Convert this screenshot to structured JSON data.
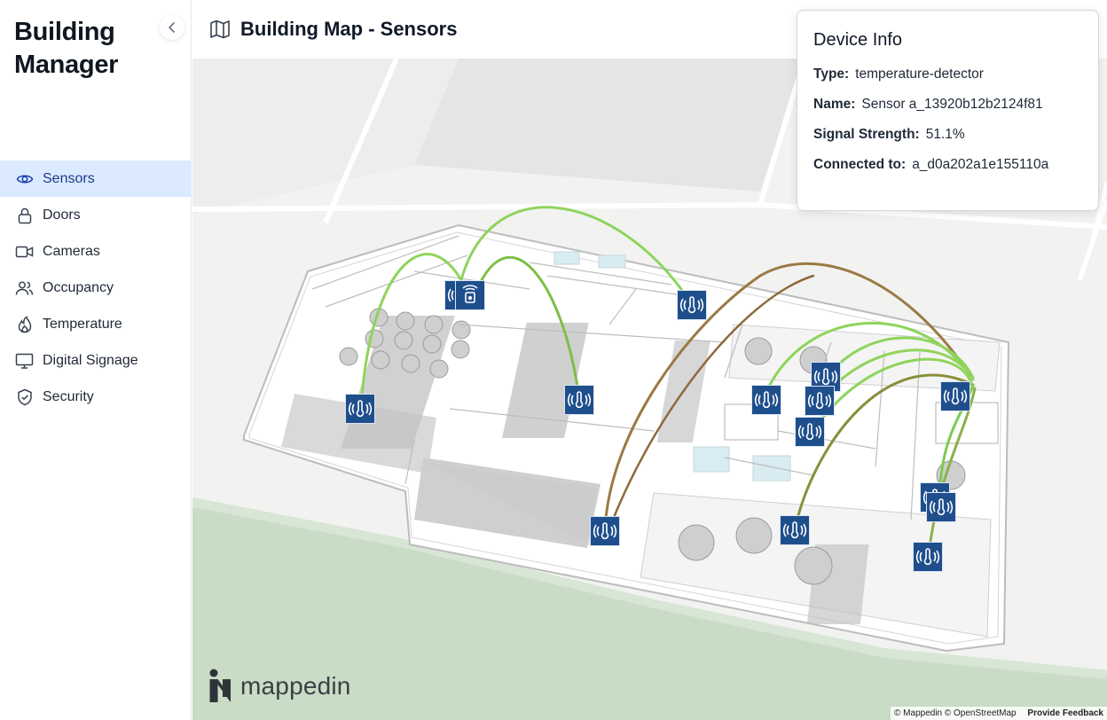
{
  "app": {
    "title_line1": "Building",
    "title_line2": "Manager"
  },
  "sidebar": {
    "items": [
      {
        "label": "Sensors",
        "icon": "eye-icon",
        "active": true
      },
      {
        "label": "Doors",
        "icon": "lock-icon",
        "active": false
      },
      {
        "label": "Cameras",
        "icon": "video-camera-icon",
        "active": false
      },
      {
        "label": "Occupancy",
        "icon": "users-icon",
        "active": false
      },
      {
        "label": "Temperature",
        "icon": "flame-icon",
        "active": false
      },
      {
        "label": "Digital Signage",
        "icon": "monitor-icon",
        "active": false
      },
      {
        "label": "Security",
        "icon": "shield-check-icon",
        "active": false
      }
    ]
  },
  "header": {
    "title": "Building Map - Sensors",
    "icon": "map-icon"
  },
  "device_info": {
    "title": "Device Info",
    "type_label": "Type:",
    "type_value": "temperature-detector",
    "name_label": "Name:",
    "name_value": "Sensor a_13920b12b2124f81",
    "signal_label": "Signal Strength:",
    "signal_value": "51.1%",
    "connected_label": "Connected to:",
    "connected_value": "a_d0a202a1e155110a"
  },
  "map": {
    "logo_text": "mappedin",
    "attribution": "© Mappedin © OpenStreetMap",
    "feedback": "Provide Feedback",
    "colors": {
      "sensor": "#1f4e8c",
      "link_strong": "#7ed957",
      "link_weak": "#8b6b3e",
      "grass": "#c8dcc6"
    }
  }
}
